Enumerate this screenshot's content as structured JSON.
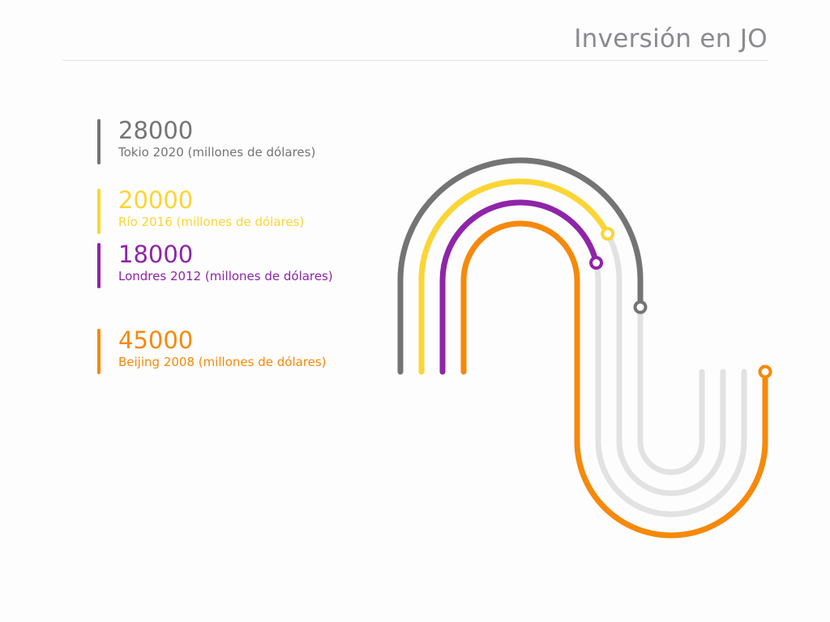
{
  "chart_data": {
    "type": "other",
    "title": "Inversión en JO",
    "series": [
      {
        "label": "Tokio 2020 (millones de dólares)",
        "value": 28000,
        "value_text": "28000",
        "color": "#747474"
      },
      {
        "label": "Río 2016 (millones de dólares)",
        "value": 20000,
        "value_text": "20000",
        "color": "#fbd534"
      },
      {
        "label": "Londres 2012 (millones de dólares)",
        "value": 18000,
        "value_text": "18000",
        "color": "#8f24a8"
      },
      {
        "label": "Beijing 2008 (millones de dólares)",
        "value": 45000,
        "value_text": "45000",
        "color": "#f6890a"
      }
    ],
    "track_color": "#e2e2e3",
    "legend_placement": "left"
  }
}
